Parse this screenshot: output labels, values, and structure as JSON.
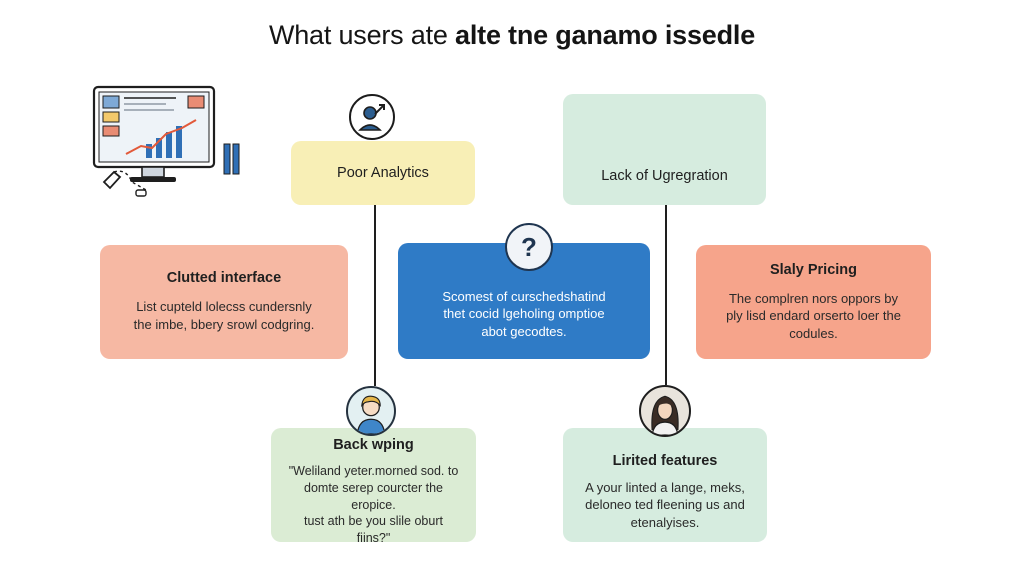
{
  "title": {
    "light": "What users ate",
    "bold": "alte tne ganamo issedle"
  },
  "cards": {
    "poor_analytics": {
      "head": "Poor Analytics"
    },
    "lack_integration": {
      "head": "Lack of Ugregration"
    },
    "cluttered": {
      "head": "Clutted interface",
      "body": "List cupteld lolecss cundersnly\nthe imbe, bbery srowl codgring."
    },
    "center": {
      "body": "Scomest of curschedshatind\nthet cocid lgeholing omptioe\nabot gecodtes."
    },
    "pricing": {
      "head": "Slaly Pricing",
      "body": "The complren nors oppors by\nply lisd endard orserto loer the\ncodules."
    },
    "back_wping": {
      "head": "Back wping",
      "body": "\"Weliland yeter.morned sod. to\ndomte serep courcter the eropice.\ntust ath be you slile oburt\nfiins?\""
    },
    "limited": {
      "head": "Lirited features",
      "body": "A your linted a lange, meks,\ndeloneo ted fleening us and\netenalyises."
    }
  },
  "icons": {
    "question_mark": "?",
    "analytics": "person-growth-icon",
    "handshake": "handshake-icon",
    "monitor": "dashboard-monitor-icon",
    "man": "man-avatar-icon",
    "woman": "woman-avatar-icon"
  },
  "colors": {
    "yellow_card": "#f8efb6",
    "green_card": "#d6ecdf",
    "salmon_card": "#f6b8a3",
    "blue_card": "#2f7bc6",
    "orange_card": "#f6a48b",
    "connector": "#1e1e1e"
  }
}
